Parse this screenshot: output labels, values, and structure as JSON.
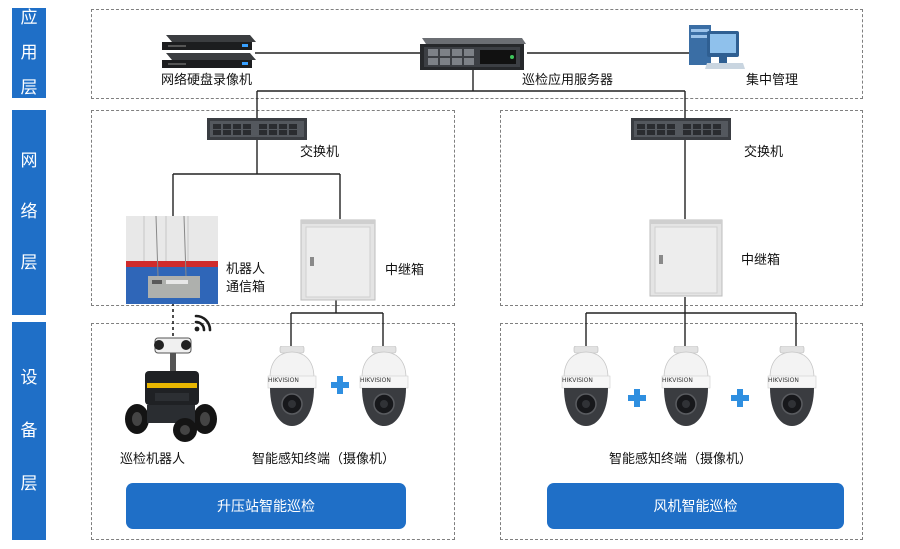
{
  "layers": {
    "application": [
      "应",
      "用",
      "层"
    ],
    "network": [
      "网",
      "络",
      "层"
    ],
    "device": [
      "设",
      "备",
      "层"
    ]
  },
  "nodes": {
    "nvr": "网络硬盘录像机",
    "server": "巡检应用服务器",
    "central": "集中管理",
    "switch_left": "交换机",
    "switch_right": "交换机",
    "robot_comm_line1": "机器人",
    "robot_comm_line2": "通信箱",
    "relay_left": "中继箱",
    "relay_right": "中继箱",
    "robot": "巡检机器人",
    "terminal_left": "智能感知终端（摄像机）",
    "terminal_right": "智能感知终端（摄像机）"
  },
  "camera_brand": "HIKVISION",
  "scenarios": {
    "substation": "升压站智能巡检",
    "turbine": "风机智能巡检"
  },
  "colors": {
    "accent": "#1f6fc7",
    "plus": "#2f8fe0"
  }
}
